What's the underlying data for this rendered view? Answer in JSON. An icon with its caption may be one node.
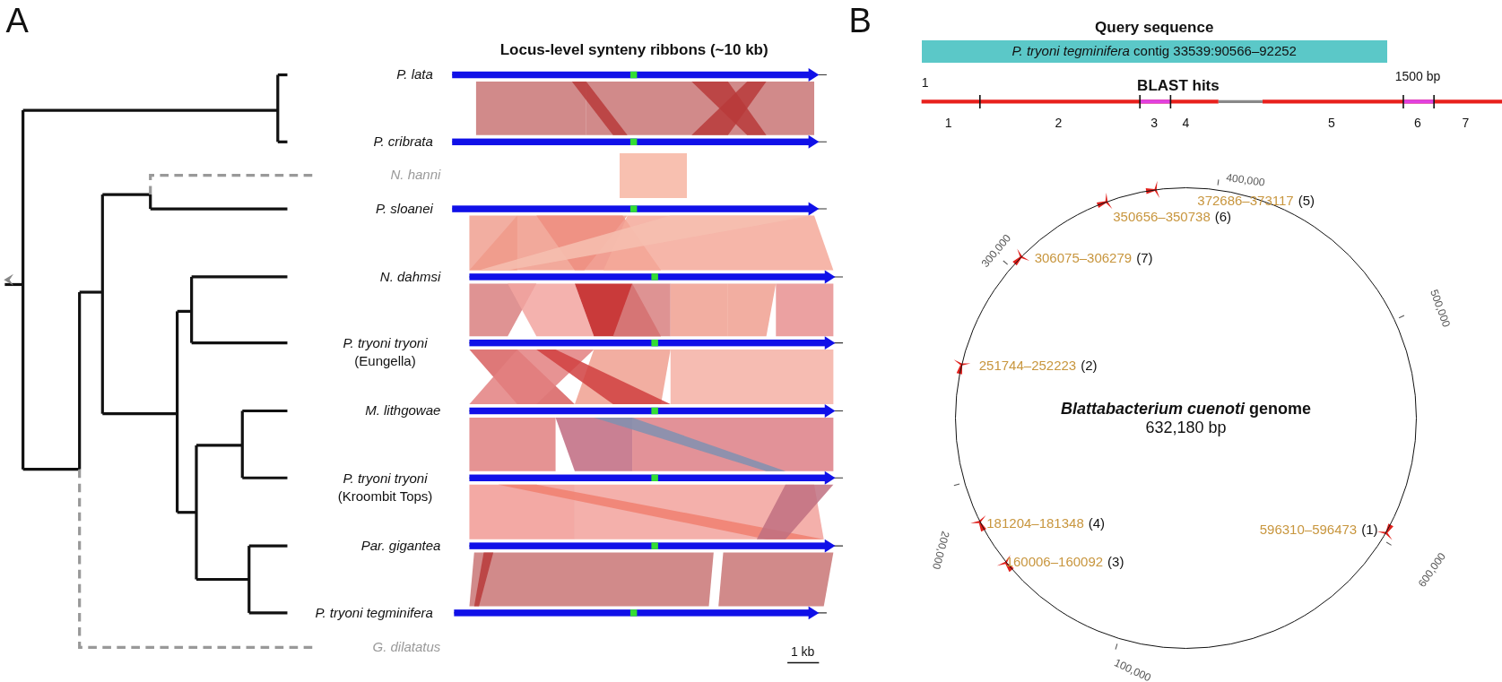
{
  "diagram": {
    "nodes": [
      {
        "text": [
          "Query sequence",
          "*P. tryoni tegminifera* contig 33539:90566–92252"
        ]
      },
      {
        "text": [
          "*Blattabacterium cuenoti* genome",
          "632,180 bp"
        ]
      },
      {
        "text": [],
        "shape": "box"
      }
    ],
    "labels": [
      "A",
      "Locus-level synteny ribbons (~10 kb)",
      "P. lata",
      "P. cribrata",
      "N. hanni",
      "P. sloanei",
      "N. dahmsi",
      "*P. tryoni tryoni* (Eungella)",
      "M. lithgowae",
      "*P. tryoni tryoni* (Kroombit Tops)",
      "Par. gigantea",
      "P. tryoni tegminifera",
      "G. dilatatus",
      "1 kb",
      "B",
      "1",
      "BLAST hits",
      "1500 bp",
      "1",
      "2",
      "3",
      "4",
      "5",
      "6",
      "7",
      "400,000",
      "372686–373117",
      "(5)",
      "350656–350738",
      "(6)",
      "300,000",
      "306075–306279",
      "(7)",
      "500,000",
      "251744–252223",
      "(2)",
      "200,000",
      "181204–181348",
      "(4)",
      "596310–596473",
      "(1)",
      "160006–160092",
      "(3)",
      "600,000",
      "100,000"
    ]
  }
}
